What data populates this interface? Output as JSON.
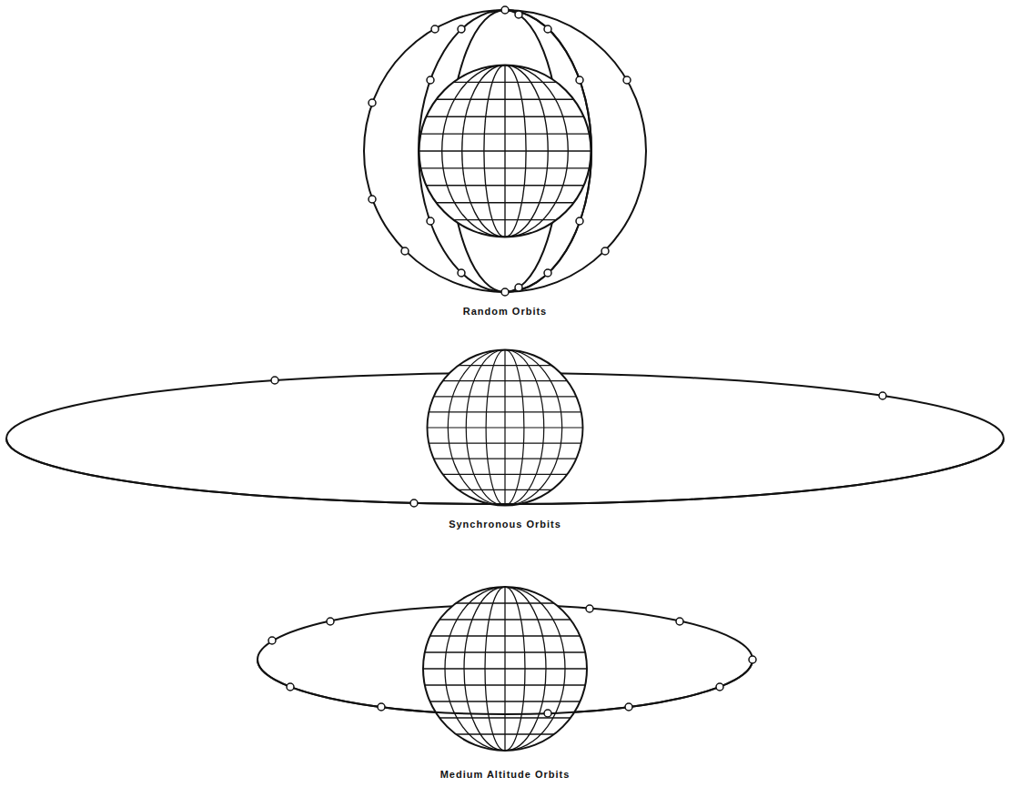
{
  "diagram": {
    "labels": [
      "Random Orbits",
      "Synchronous Orbits",
      "Medium Altitude Orbits"
    ]
  }
}
